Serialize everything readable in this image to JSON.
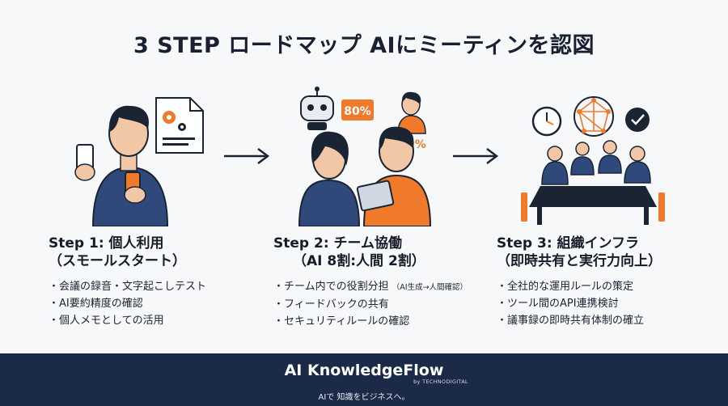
{
  "title": "3 STEP ロードマップ AIにミーティンを認図",
  "steps": [
    {
      "heading": "Step 1: 個人利用",
      "subheading": "（スモールスタート）",
      "bullets": [
        "会議の録音・文字起こしテスト",
        "AI要約精度の確認",
        "個人メモとしての活用"
      ]
    },
    {
      "heading": "Step 2: チーム協働",
      "subheading": "（AI 8割:人間 2割）",
      "bullets": [
        "チーム内での役割分担",
        "フィードバックの共有",
        "セキュリティルールの確認"
      ],
      "bullet_note": "（AI生成→人間確認）",
      "badges": {
        "ai": "80%",
        "human": "20%"
      }
    },
    {
      "heading": "Step 3: 組織インフラ",
      "subheading": "（即時共有と実行力向上）",
      "bullets": [
        "全社的な運用ルールの策定",
        "ツール間のAPI連携検討",
        "議事録の即時共有体制の確立"
      ]
    }
  ],
  "footer": {
    "brand": "AI KnowledgeFlow",
    "by": "by TECHNODIGITAL",
    "tagline": "AIで 知識をビジネスへ。"
  },
  "colors": {
    "navy": "#1b2a47",
    "orange": "#f07a2a",
    "person_blue": "#2f4a7a"
  }
}
